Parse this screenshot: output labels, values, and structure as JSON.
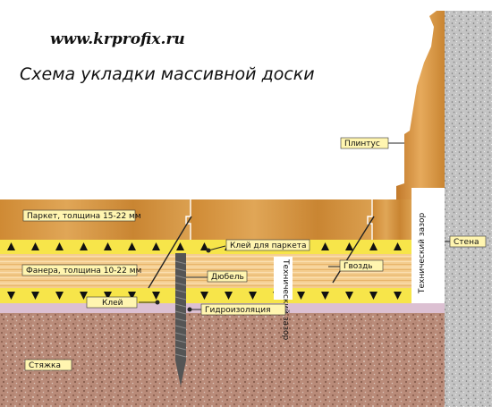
{
  "header": {
    "site": "www.krprofix.ru",
    "title": "Схема укладки массивной доски"
  },
  "labels": {
    "parquet": "Паркет, толщина 15-22 мм",
    "plywood": "Фанера, толщина 10-22 мм",
    "glue": "Клей",
    "parquet_glue": "Клей для паркета",
    "dowel": "Дюбель",
    "nail": "Гвоздь",
    "waterproofing": "Гидроизоляция",
    "screed": "Стяжка",
    "skirting": "Плинтус",
    "wall": "Стена",
    "tech_gap": "Технический зазор",
    "tech_gap_small": "Технический зазор"
  },
  "colors": {
    "wood": "#d6943c",
    "plywood": "#f2c98a",
    "glue_band": "#f7e64a",
    "waterproofing": "#d9bcd0",
    "screed": "#b88a78",
    "wall": "#c7c7c7",
    "label_bg": "#fff5b0"
  }
}
